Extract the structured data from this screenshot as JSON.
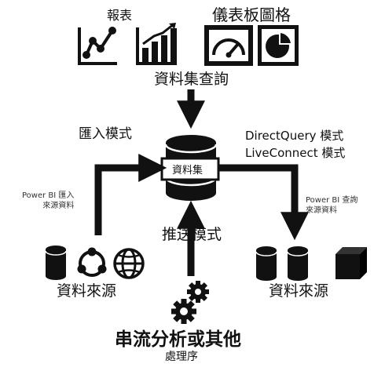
{
  "labels": {
    "reports": "報表",
    "dashboard_tiles": "儀表板圖格",
    "dataset_queries": "資料集查詢",
    "import_mode": "匯入模式",
    "directquery_mode": "DirectQuery 模式",
    "liveconnect_mode": "LiveConnect 模式",
    "dataset": "資料集",
    "import_source_line1": "Power BI 匯入",
    "import_source_line2": "來源資料",
    "dq_source_line1": "Power BI 查詢",
    "dq_source_line2": "來源資料",
    "push_mode": "推送模式",
    "data_sources_left": "資料來源",
    "data_sources_right": "資料來源",
    "streaming": "串流分析或其他",
    "processing": "處理序"
  },
  "icons": [
    "line-chart-icon",
    "bar-chart-icon",
    "gauge-icon",
    "pie-chart-icon",
    "dataset-cylinder-icon",
    "database-icon",
    "connector-icon",
    "globe-icon",
    "cube-icon",
    "gears-icon"
  ],
  "colors": {
    "ink": "#111111",
    "background": "#ffffff"
  }
}
